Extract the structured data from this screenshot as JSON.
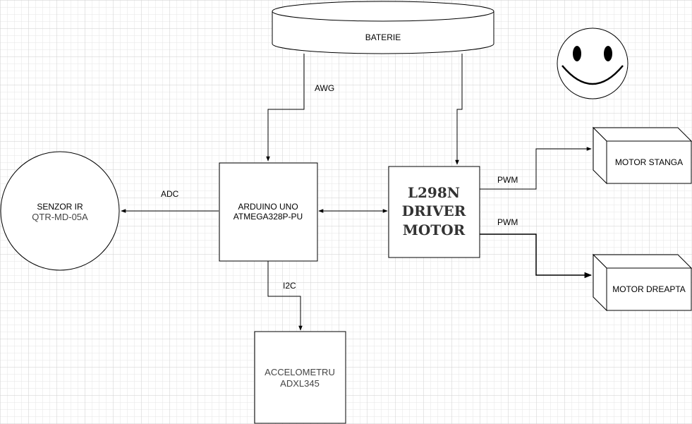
{
  "diagram": {
    "battery": {
      "label": "BATERIE"
    },
    "arduino": {
      "line1": "ARDUINO UNO",
      "line2": "ATMEGA328P-PU"
    },
    "driver": {
      "line1": "L298N",
      "line2": "DRIVER",
      "line3": "MOTOR"
    },
    "sensor": {
      "line1": "SENZOR IR",
      "line2": "QTR-MD-05A"
    },
    "accel": {
      "line1": "ACCELOMETRU",
      "line2": "ADXL345"
    },
    "motor_left": {
      "label": "MOTOR STANGA"
    },
    "motor_right": {
      "label": "MOTOR DREAPTA"
    },
    "edges": {
      "awg": "AWG",
      "adc": "ADC",
      "i2c": "I2C",
      "pwm_left": "PWM",
      "pwm_right": "PWM"
    }
  },
  "colors": {
    "grid_minor": "#e6e6e6",
    "grid_major": "#cfcfcf",
    "stroke": "#000000",
    "smiley_fill": "#ffffff"
  },
  "icons": {
    "smiley": "smiley-face-icon"
  }
}
